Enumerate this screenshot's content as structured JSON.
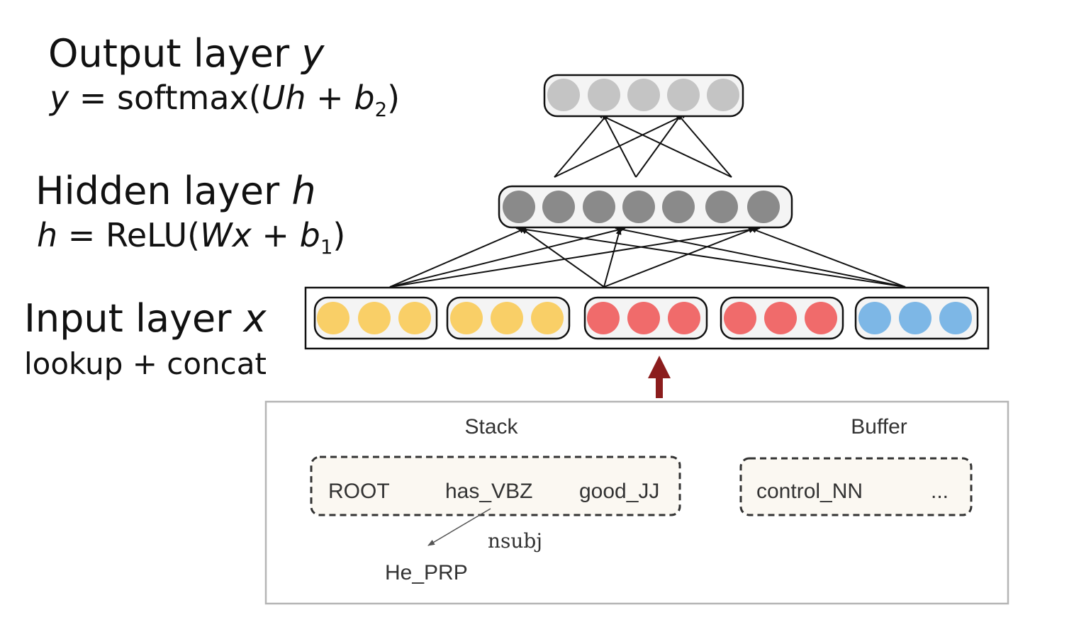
{
  "output_layer": {
    "title_text": "Output layer ",
    "title_var": "y",
    "formula": {
      "lhs": "y",
      "eq": " = softmax(",
      "w": "Uh",
      "plus": " + ",
      "b": "b",
      "sub": "2",
      "close": ")"
    }
  },
  "hidden_layer": {
    "title_text": "Hidden layer ",
    "title_var": "h",
    "formula": {
      "lhs": "h",
      "eq": " = ReLU(",
      "w": "Wx",
      "plus": " + ",
      "b": "b",
      "sub": "1",
      "close": ")"
    }
  },
  "input_layer": {
    "title_text": "Input layer ",
    "title_var": "x",
    "subtitle": "lookup + concat"
  },
  "config": {
    "stack_label": "Stack",
    "buffer_label": "Buffer",
    "stack_items": [
      "ROOT",
      "has_VBZ",
      "good_JJ"
    ],
    "buffer_items": [
      "control_NN",
      "..."
    ],
    "dependent": "He_PRP",
    "arc_label": "nsubj"
  },
  "colors": {
    "output_node": "#c4c4c4",
    "hidden_node": "#8a8a8a",
    "yellow": "#f9cf67",
    "red": "#f06b6b",
    "blue": "#7db7e6",
    "arrow_up": "#8b1d1d"
  }
}
